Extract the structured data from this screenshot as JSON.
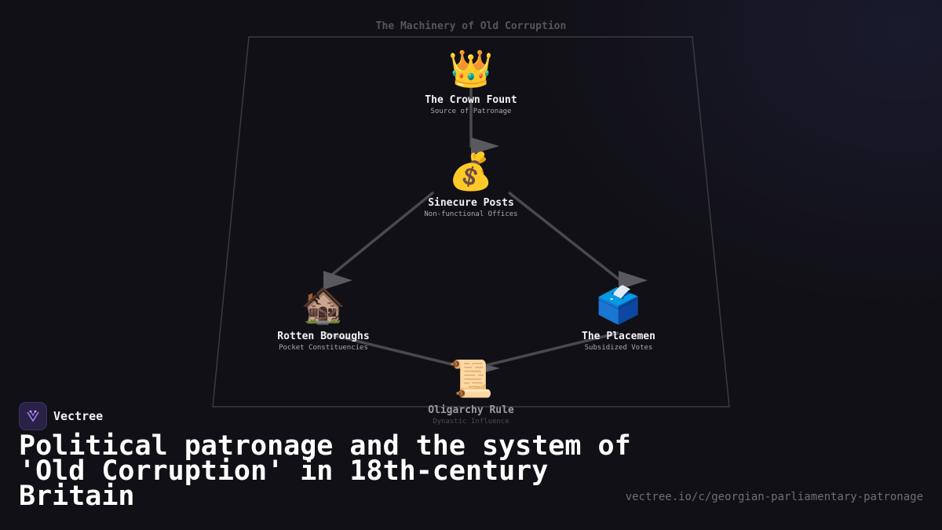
{
  "diagram": {
    "title": "The Machinery of Old Corruption",
    "nodes": [
      {
        "id": "crown",
        "icon": "👑",
        "icon_name": "crown-icon",
        "label": "The Crown Fount",
        "sub": "Source of Patronage"
      },
      {
        "id": "sinecure",
        "icon": "💰",
        "icon_name": "money-bag-icon",
        "label": "Sinecure Posts",
        "sub": "Non-functional Offices"
      },
      {
        "id": "boroughs",
        "icon": "🏚️",
        "icon_name": "derelict-house-icon",
        "label": "Rotten Boroughs",
        "sub": "Pocket Constituencies"
      },
      {
        "id": "placemen",
        "icon": "🗳️",
        "icon_name": "ballot-box-icon",
        "label": "The Placemen",
        "sub": "Subsidized Votes"
      },
      {
        "id": "oligarchy",
        "icon": "📜",
        "icon_name": "scroll-icon",
        "label": "Oligarchy Rule",
        "sub": "Dynastic Influence"
      }
    ],
    "edges": [
      {
        "from": "crown",
        "to": "sinecure"
      },
      {
        "from": "sinecure",
        "to": "boroughs"
      },
      {
        "from": "sinecure",
        "to": "placemen"
      },
      {
        "from": "boroughs",
        "to": "oligarchy"
      },
      {
        "from": "placemen",
        "to": "oligarchy"
      }
    ]
  },
  "brand": {
    "name": "Vectree"
  },
  "page": {
    "title": "Political patronage and the system of 'Old Corruption' in 18th-century Britain",
    "source_url": "vectree.io/c/georgian-parliamentary-patronage"
  },
  "colors": {
    "background": "#111016",
    "edge": "#4a4a4e",
    "arrow": "#5a5a5e",
    "frame": "#3a3a40",
    "brand_accent": "#8a5cf0"
  }
}
